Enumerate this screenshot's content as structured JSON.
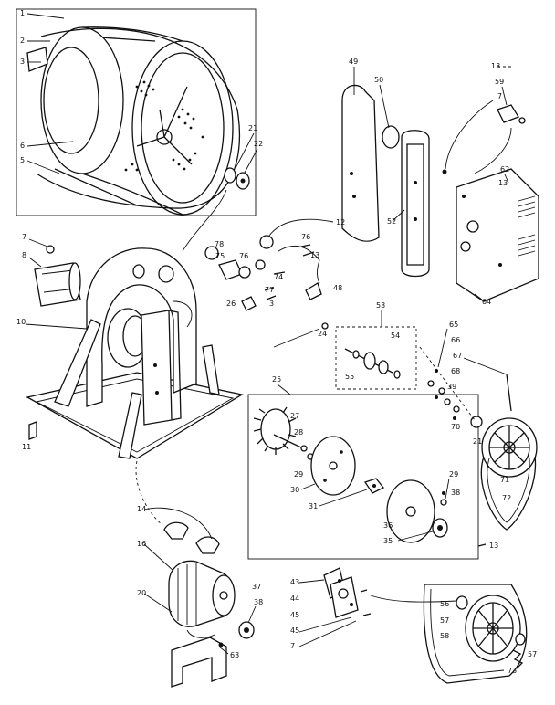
{
  "callouts": [
    "1",
    "2",
    "3",
    "6",
    "5",
    "21",
    "22",
    "49",
    "50",
    "7",
    "13",
    "59",
    "62",
    "13",
    "52",
    "64",
    "12",
    "8",
    "7",
    "78",
    "75",
    "76",
    "74",
    "13",
    "48",
    "77",
    "3",
    "26",
    "10",
    "24",
    "53",
    "54",
    "55",
    "65",
    "66",
    "67",
    "68",
    "39",
    "70",
    "21",
    "25",
    "27",
    "28",
    "29",
    "30",
    "31",
    "29",
    "38",
    "36",
    "35",
    "13",
    "71",
    "72",
    "11",
    "14",
    "16",
    "20",
    "37",
    "38",
    "63",
    "43",
    "44",
    "45",
    "45",
    "7",
    "56",
    "57",
    "58",
    "57",
    "73"
  ]
}
